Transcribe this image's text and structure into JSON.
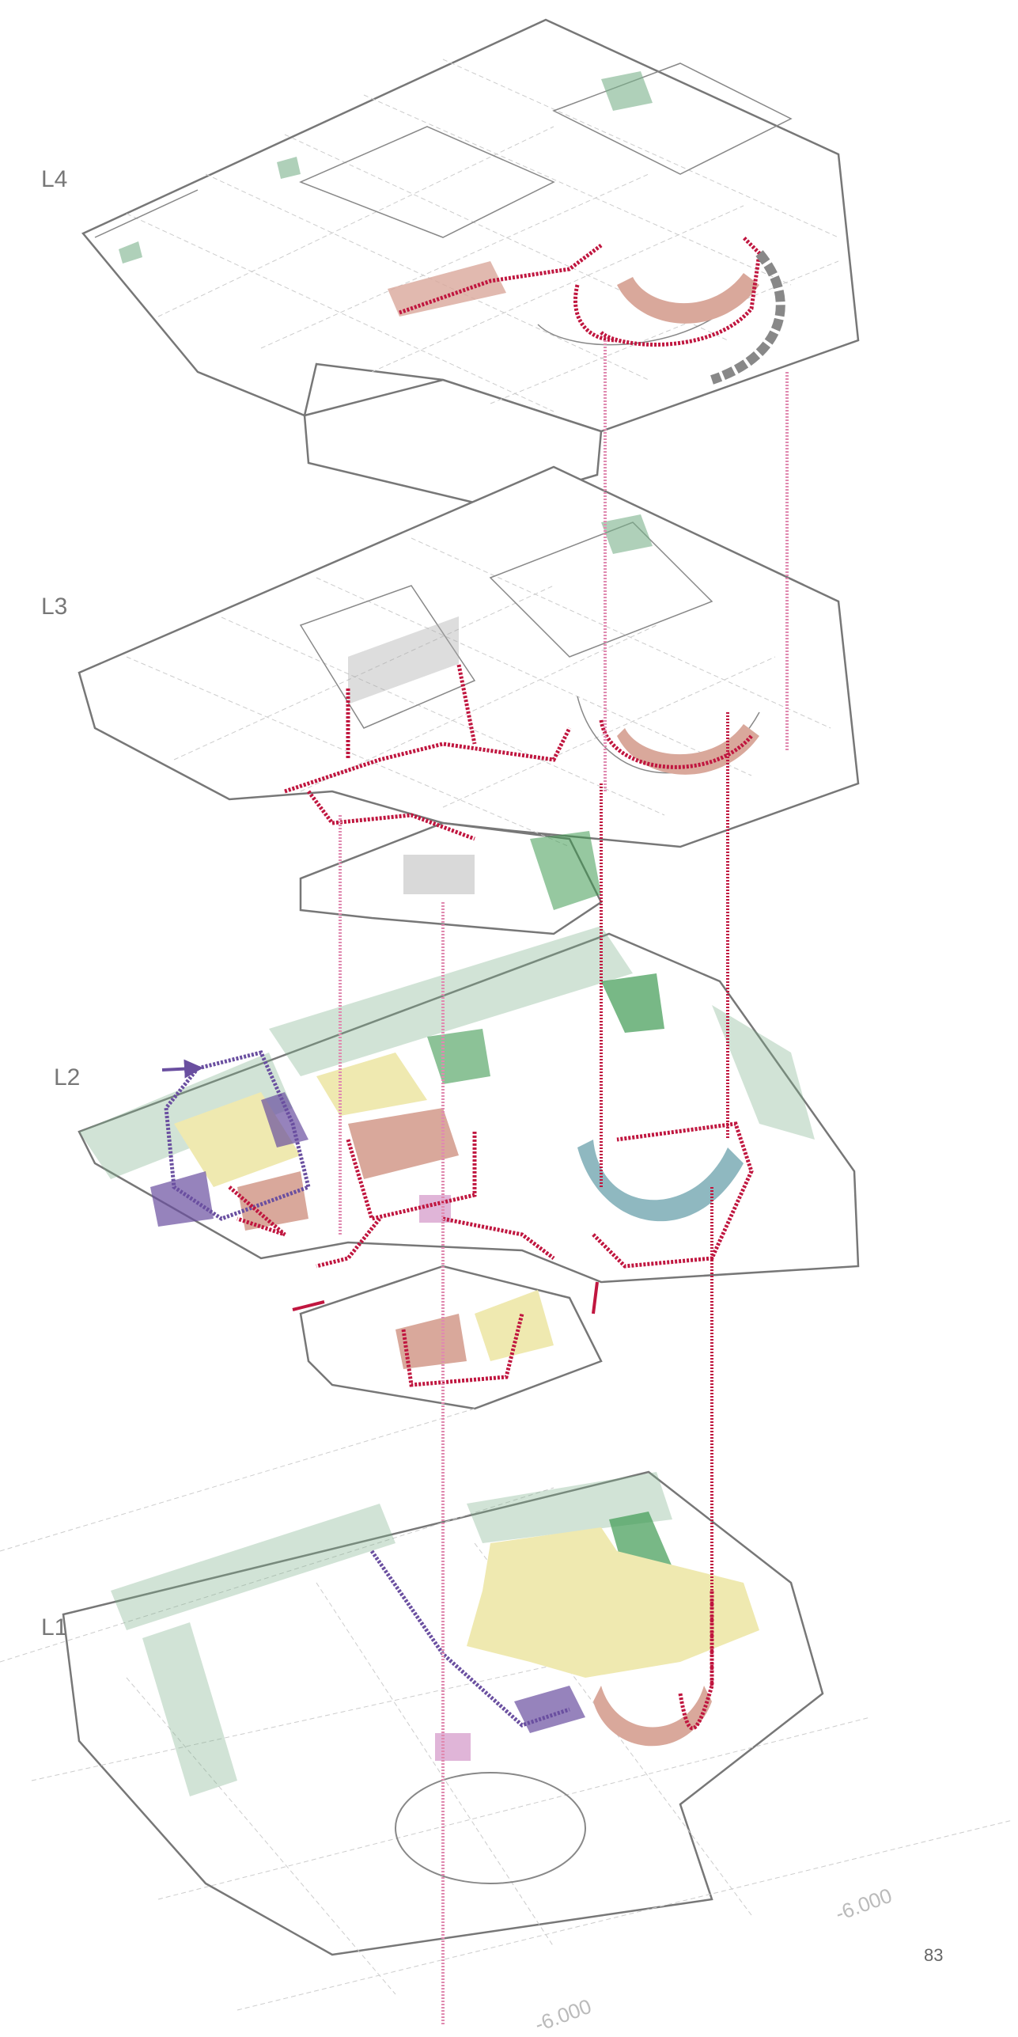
{
  "levels": {
    "l4": "L4",
    "l3": "L3",
    "l2": "L2",
    "l1": "L1"
  },
  "page_number": "83",
  "elevations": [
    "-6.000",
    "-6.000"
  ],
  "colors": {
    "circulation": "#c0163f",
    "vertical_link": "#e08ab0",
    "service": "#7ab08a",
    "service_dark": "#3f9a52",
    "foyer": "#efe9b0",
    "audience": "#d9a89b",
    "entrance_purple": "#6a4fa0",
    "seating_teal": "#8fb8c0",
    "outline": "#777777"
  }
}
